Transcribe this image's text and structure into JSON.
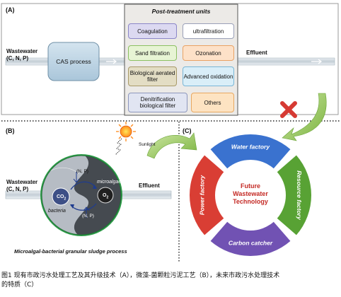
{
  "panel_a": {
    "label": "(A)",
    "input": {
      "title": "Wastewater",
      "sub": "(C, N, P)"
    },
    "process": "CAS process",
    "post_title": "Post-treatment units",
    "units": [
      {
        "label": "Coagulation",
        "bg": "#dcd9f1",
        "border": "#8b86c8"
      },
      {
        "label": "ultrafiltration",
        "bg": "#ffffff",
        "border": "#9aa0b8"
      },
      {
        "label": "Sand filtration",
        "bg": "#e7f4d4",
        "border": "#8cc063"
      },
      {
        "label": "Ozonation",
        "bg": "#fde1c8",
        "border": "#e9a264"
      },
      {
        "label": "Biological aerated filter",
        "bg": "#e3ddc4",
        "border": "#a99a69"
      },
      {
        "label": "Advanced oxidation",
        "bg": "#d9eef8",
        "border": "#79b6d6"
      },
      {
        "label": "Denitrification biological filter",
        "bg": "#e1e5f2",
        "border": "#8d97bd"
      },
      {
        "label": "Others",
        "bg": "#fde3c2",
        "border": "#e8a860"
      }
    ],
    "output": "Effluent"
  },
  "panel_b": {
    "label": "(B)",
    "sunlight": "Sunlight",
    "input": {
      "title": "Wastewater",
      "sub": "(C, N, P)"
    },
    "output": "Effluent",
    "nutrients_top": "(N, P)",
    "nutrients_bottom": "(N, P)",
    "microalgae": "microalgae",
    "bacteria": "bacteria",
    "co2": "CO",
    "co2_sub": "2",
    "o2": "O",
    "o2_sub": "2",
    "caption": "Microalgal-bacterial granular sludge process"
  },
  "panel_c": {
    "label": "(C)",
    "center": [
      "Future",
      "Wastewater",
      "Technology"
    ],
    "segments": [
      {
        "label": "Water factory",
        "color": "#3a72cf"
      },
      {
        "label": "Resource factory",
        "color": "#58a234"
      },
      {
        "label": "Carbon catcher",
        "color": "#7152b3"
      },
      {
        "label": "Power factory",
        "color": "#d93e34"
      }
    ]
  },
  "caption": {
    "line1": "图1 现有市政污水处理工艺及其升级技术（A），微藻-菌颗粒污泥工艺（B），未来市政污水处理技术",
    "line2": "的特质（C）"
  }
}
